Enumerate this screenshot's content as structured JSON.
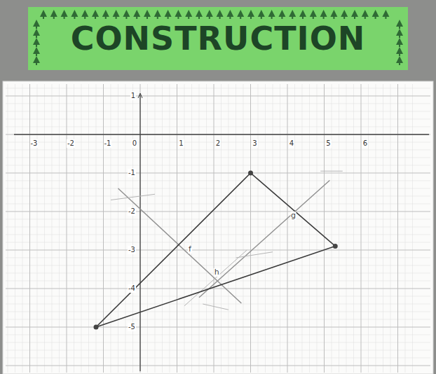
{
  "diagram": {
    "title": "CONSTRUCTION",
    "labels": [
      "-3",
      "-2",
      "-1",
      "0",
      "1",
      "2",
      "3",
      "4",
      "5",
      "6",
      "1",
      "-1",
      "-2",
      "-3",
      "-4",
      "-5",
      "f",
      "g",
      "h"
    ]
  }
}
